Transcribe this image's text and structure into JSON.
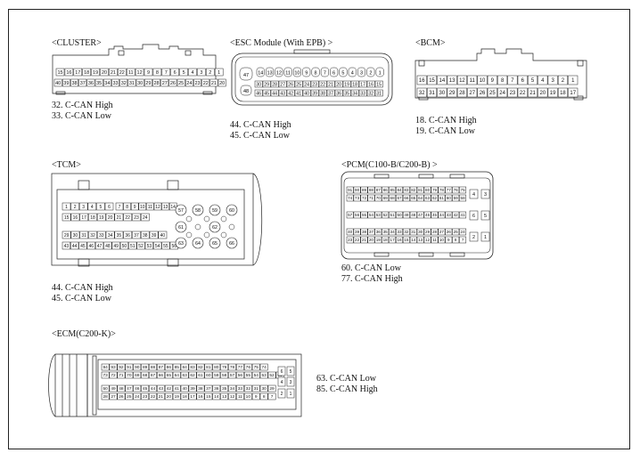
{
  "connectors": {
    "cluster": {
      "title": "<CLUSTER>",
      "rows": [
        [
          "15",
          "16",
          "17",
          "18",
          "19",
          "20",
          "21",
          "22",
          "11",
          "12",
          "9",
          "8",
          "7",
          "6",
          "5",
          "4",
          "3",
          "2",
          "1"
        ],
        [
          "40",
          "39",
          "38",
          "37",
          "36",
          "35",
          "34",
          "33",
          "32",
          "31",
          "30",
          "29",
          "28",
          "27",
          "26",
          "25",
          "24",
          "23",
          "22",
          "21",
          "20"
        ]
      ],
      "notes": [
        "32. C-CAN High",
        "33. C-CAN Low"
      ]
    },
    "esc": {
      "title": "<ESC Module  (With EPB) >",
      "rows": [
        [
          "14",
          "13",
          "12",
          "11",
          "10",
          "9",
          "8",
          "7",
          "6",
          "5",
          "4",
          "3",
          "2",
          "1"
        ],
        [
          "30",
          "29",
          "28",
          "27",
          "26",
          "25",
          "24",
          "23",
          "22",
          "21",
          "20",
          "19",
          "18",
          "17",
          "16",
          "15"
        ],
        [
          "46",
          "45",
          "44",
          "43",
          "42",
          "41",
          "40",
          "39",
          "38",
          "37",
          "36",
          "35",
          "34",
          "33",
          "32",
          "31"
        ]
      ],
      "side_pins": [
        "47",
        "48"
      ],
      "notes": [
        "44. C-CAN High",
        "45. C-CAN Low"
      ]
    },
    "bcm": {
      "title": "<BCM>",
      "rows": [
        [
          "16",
          "15",
          "14",
          "13",
          "12",
          "11",
          "10",
          "9",
          "8",
          "7",
          "6",
          "5",
          "4",
          "3",
          "2",
          "1"
        ],
        [
          "32",
          "31",
          "30",
          "29",
          "28",
          "27",
          "26",
          "25",
          "24",
          "23",
          "22",
          "21",
          "20",
          "19",
          "18",
          "17"
        ]
      ],
      "notes": [
        "18. C-CAN High",
        "19. C-CAN Low"
      ]
    },
    "tcm": {
      "title": "<TCM>",
      "rows": [
        [
          "1",
          "2",
          "3",
          "4",
          "5",
          "6"
        ],
        [
          "7",
          "8",
          "9",
          "10",
          "11",
          "12",
          "13",
          "14"
        ],
        [
          "15",
          "16",
          "17",
          "18",
          "19",
          "20",
          "21",
          "22",
          "23",
          "24"
        ],
        [
          "29",
          "30",
          "31",
          "32",
          "33",
          "34",
          "35",
          "36",
          "37",
          "38",
          "39",
          "40"
        ],
        [
          "43",
          "44",
          "45",
          "46",
          "47",
          "48",
          "49",
          "50",
          "51",
          "52",
          "53",
          "54",
          "55",
          "56"
        ]
      ],
      "round_pins": [
        "57",
        "58",
        "59",
        "60",
        "61",
        "62",
        "63",
        "64",
        "65",
        "66"
      ],
      "notes": [
        "44. C-CAN High",
        "45. C-CAN Low"
      ]
    },
    "pcm": {
      "title": "<PCM(C100-B/C200-B)  >",
      "rows": [
        [
          "91",
          "90",
          "89",
          "88",
          "87",
          "86",
          "85",
          "84",
          "83",
          "82",
          "81",
          "80",
          "79",
          "78",
          "77",
          "76",
          "75"
        ],
        [
          "74",
          "73",
          "72",
          "71",
          "70",
          "69",
          "68",
          "67",
          "66",
          "65",
          "64",
          "63",
          "62",
          "61",
          "60",
          "59",
          "58"
        ],
        [
          "57",
          "56",
          "55",
          "54",
          "53",
          "52",
          "51",
          "50",
          "49",
          "48",
          "47",
          "46",
          "45",
          "44",
          "43",
          "42",
          "41"
        ],
        [
          "40",
          "39",
          "38",
          "37",
          "36",
          "35",
          "34",
          "33",
          "32",
          "31",
          "30",
          "29",
          "28",
          "27",
          "26",
          "25",
          "24"
        ],
        [
          "23",
          "22",
          "21",
          "20",
          "19",
          "18",
          "17",
          "16",
          "15",
          "14",
          "13",
          "12",
          "11",
          "10",
          "9",
          "8",
          "7"
        ]
      ],
      "side_pins": [
        "4",
        "3",
        "6",
        "5",
        "2",
        "1"
      ],
      "notes": [
        "60. C-CAN Low",
        "77. C-CAN High"
      ]
    },
    "ecm": {
      "title": "<ECM(C200-K)>",
      "rows": [
        [
          "94",
          "93",
          "92",
          "91",
          "90",
          "89",
          "88",
          "87",
          "86",
          "85",
          "84",
          "83",
          "82",
          "81",
          "80",
          "79",
          "78",
          "77",
          "76",
          "75",
          "74"
        ],
        [
          "73",
          "72",
          "71",
          "70",
          "69",
          "68",
          "67",
          "66",
          "65",
          "64",
          "63",
          "62",
          "61",
          "60",
          "59",
          "58",
          "57",
          "56",
          "55",
          "54",
          "53",
          "52",
          "51"
        ],
        [
          "50",
          "49",
          "48",
          "47",
          "46",
          "45",
          "44",
          "43",
          "42",
          "41",
          "40",
          "39",
          "38",
          "37",
          "36",
          "35",
          "34",
          "33",
          "32",
          "31",
          "30",
          "29"
        ],
        [
          "28",
          "27",
          "26",
          "25",
          "24",
          "23",
          "22",
          "21",
          "20",
          "19",
          "18",
          "17",
          "16",
          "15",
          "14",
          "13",
          "12",
          "11",
          "10",
          "9",
          "8",
          "7"
        ]
      ],
      "side_pins": [
        "6",
        "5",
        "4",
        "3",
        "2",
        "1"
      ],
      "notes": [
        "63. C-CAN Low",
        "85. C-CAN High"
      ]
    }
  }
}
